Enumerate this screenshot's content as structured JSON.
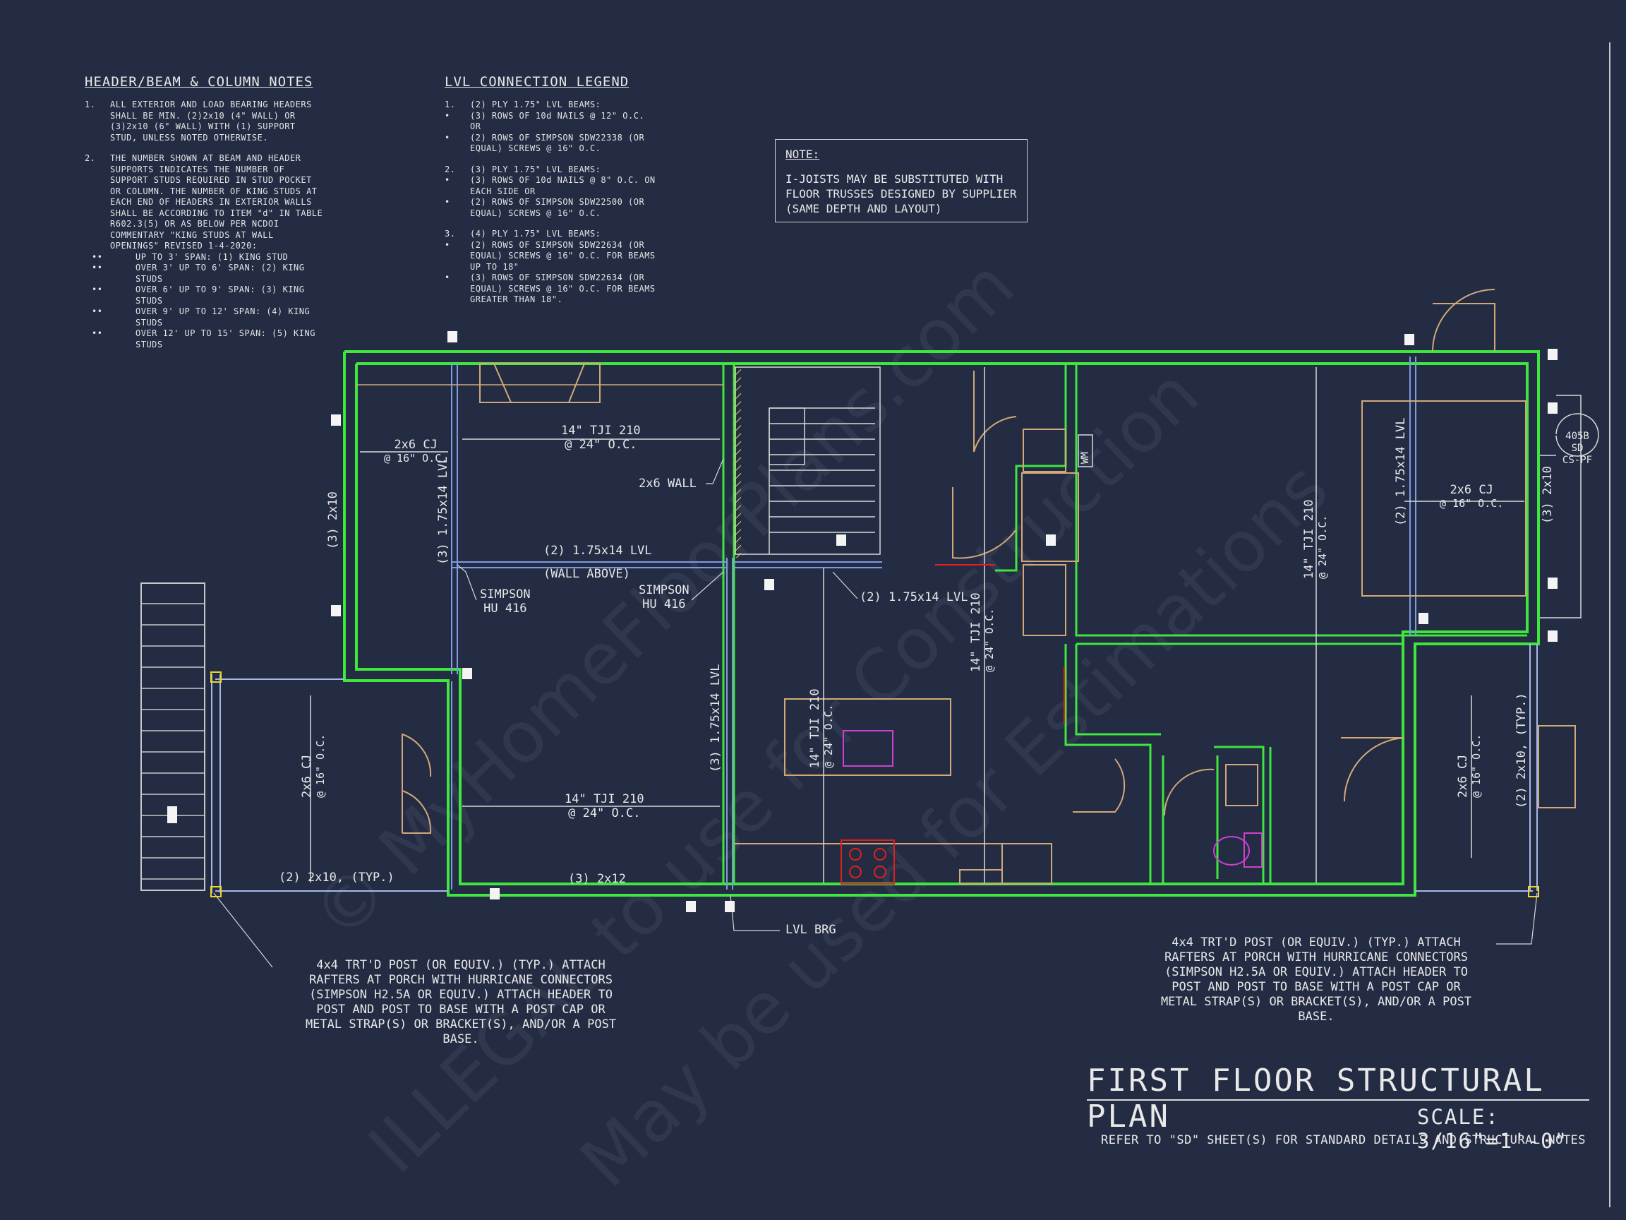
{
  "header_beam_notes": {
    "title": "HEADER/BEAM & COLUMN NOTES",
    "items": [
      {
        "num": "1.",
        "text": "ALL EXTERIOR AND LOAD BEARING HEADERS SHALL BE MIN. (2)2x10 (4\" WALL) OR (3)2x10 (6\" WALL) WITH (1) SUPPORT STUD, UNLESS NOTED OTHERWISE."
      },
      {
        "num": "2.",
        "text": "THE NUMBER SHOWN AT BEAM AND HEADER SUPPORTS INDICATES THE NUMBER OF SUPPORT STUDS REQUIRED IN STUD POCKET OR COLUMN. THE NUMBER OF KING STUDS AT EACH END OF HEADERS IN EXTERIOR WALLS SHALL BE ACCORDING TO ITEM \"d\" IN TABLE R602.3(5) OR AS BELOW PER NCDOI COMMENTARY \"KING STUDS AT WALL OPENINGS\" REVISED 1-4-2020:"
      }
    ],
    "bullets": [
      "UP TO 3' SPAN: (1) KING STUD",
      "OVER 3' UP TO 6' SPAN: (2) KING STUDS",
      "OVER 6' UP TO 9' SPAN: (3) KING STUDS",
      "OVER 9' UP TO 12' SPAN: (4) KING STUDS",
      "OVER 12' UP TO 15' SPAN: (5) KING STUDS"
    ]
  },
  "lvl_legend": {
    "title": "LVL CONNECTION LEGEND",
    "lines": [
      {
        "mark": "1.",
        "text": "(2) PLY 1.75\" LVL BEAMS:"
      },
      {
        "mark": "•",
        "text": "(3) ROWS OF 10d NAILS @ 12\" O.C. OR"
      },
      {
        "mark": "•",
        "text": "(2) ROWS OF SIMPSON SDW22338 (OR EQUAL) SCREWS @ 16\" O.C."
      },
      {
        "mark": "",
        "text": ""
      },
      {
        "mark": "2.",
        "text": "(3) PLY 1.75\" LVL BEAMS:"
      },
      {
        "mark": "•",
        "text": "(3) ROWS OF 10d NAILS @ 8\" O.C. ON EACH SIDE OR"
      },
      {
        "mark": "•",
        "text": "(2) ROWS OF SIMPSON SDW22500 (OR EQUAL) SCREWS @ 16\" O.C."
      },
      {
        "mark": "",
        "text": ""
      },
      {
        "mark": "3.",
        "text": "(4) PLY 1.75\" LVL BEAMS:"
      },
      {
        "mark": "•",
        "text": "(2) ROWS OF SIMPSON SDW22634 (OR EQUAL) SCREWS @ 16\" O.C. FOR BEAMS UP TO 18\""
      },
      {
        "mark": "•",
        "text": "(3) ROWS OF SIMPSON SDW22634 (OR EQUAL) SCREWS @ 16\" O.C. FOR BEAMS GREATER THAN 18\"."
      }
    ]
  },
  "note_box": {
    "title": "NOTE:",
    "text": "I-JOISTS MAY BE SUBSTITUTED WITH FLOOR TRUSSES DESIGNED BY SUPPLIER (SAME DEPTH AND LAYOUT)"
  },
  "plan_labels": {
    "cj_left_1": "2x6 CJ",
    "cj_left_2": "@ 16\" O.C.",
    "tji_top_1": "14\" TJI 210",
    "tji_top_2": "@ 24\" O.C.",
    "wall_2x6": "2x6 WALL",
    "lvl_horizontal": "(2) 1.75x14 LVL",
    "wall_above": "(WALL ABOVE)",
    "simpson_1a": "SIMPSON",
    "simpson_1b": "HU 416",
    "simpson_2a": "SIMPSON",
    "simpson_2b": "HU 416",
    "lvl_small": "(2) 1.75x14 LVL",
    "left_2x10": "(3) 2x10",
    "lvl_vert_left": "(3) 1.75x14 LVL",
    "lvl_vert_mid": "(3) 1.75x14 LVL",
    "tji_kitchen_1": "14\" TJI 210",
    "tji_kitchen_2": "@ 24\" O.C.",
    "tji_center_1": "14\" TJI 210",
    "tji_center_2": "@ 24\" O.C.",
    "tji_bottom_1": "14\" TJI 210",
    "tji_bottom_2": "@ 24\" O.C.",
    "porch_cj_1": "2x6 CJ",
    "porch_cj_2": "@ 16\" O.C.",
    "porch_header": "(2) 2x10, (TYP.)",
    "bottom_2x12": "(3) 2x12",
    "lvl_brg": "LVL BRG",
    "tji_right_1": "14\" TJI 210",
    "tji_right_2": "@ 24\" O.C.",
    "lvl_vert_right": "(2) 1.75x14 LVL",
    "cj_right_1": "2x6 CJ",
    "cj_right_2": "@ 16\" O.C.",
    "right_2x10": "(3) 2x10",
    "cj_far_right_1": "2x6 CJ",
    "cj_far_right_2": "@ 16\" O.C.",
    "right_2x10_typ": "(2) 2x10, (TYP.)",
    "wm_box": "WM",
    "sd_tag_top": "405B",
    "sd_tag_bottom": "SD",
    "sd_tag_suffix": "CS-PF"
  },
  "post_note_left": "4x4 TRT'D POST (OR EQUIV.) (TYP.) ATTACH RAFTERS AT PORCH WITH HURRICANE CONNECTORS (SIMPSON H2.5A OR EQUIV.) ATTACH HEADER TO POST AND POST TO BASE WITH A POST CAP OR METAL STRAP(S) OR BRACKET(S), AND/OR A POST BASE.",
  "post_note_right": "4x4 TRT'D POST (OR EQUIV.) (TYP.) ATTACH RAFTERS AT PORCH WITH HURRICANE CONNECTORS (SIMPSON H2.5A OR EQUIV.) ATTACH HEADER TO POST AND POST TO BASE WITH A POST CAP OR METAL STRAP(S) OR BRACKET(S), AND/OR A POST BASE.",
  "title_block": {
    "title": "FIRST FLOOR STRUCTURAL PLAN",
    "scale_prefix": "SCALE: ",
    "scale_value": "3/16\"=1'-0\"",
    "refer": "REFER TO \"SD\" SHEET(S) FOR STANDARD DETAILS AND STRUCTURAL NOTES"
  },
  "watermark": {
    "line1": "© MyHomeFloorPlans.com",
    "line2": "ILLEGAL to use for Construction",
    "line3": "May be used for Estimations"
  },
  "colors": {
    "background": "#232c43",
    "wall_green": "#3ee63e",
    "lvl_beam_blue": "#7f9be0",
    "hatch_yellow": "#e8d830",
    "range_red": "#e02020",
    "sink_magenta": "#d040d0",
    "cabinet_tan": "#d2a878"
  }
}
